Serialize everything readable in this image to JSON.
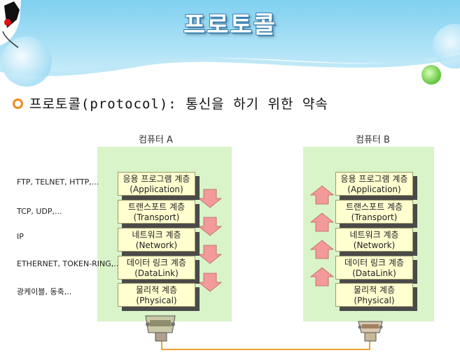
{
  "title": "프로토콜",
  "subtitle": "프로토콜(protocol): 통신을 하기 위한 약속",
  "computers": [
    {
      "label": "컴퓨터 A",
      "direction": "down"
    },
    {
      "label": "컴퓨터 B",
      "direction": "up"
    }
  ],
  "layers": [
    {
      "name": "응용 프로그램 계층",
      "en": "(Application)"
    },
    {
      "name": "트랜스포트 계층",
      "en": "(Transport)"
    },
    {
      "name": "네트워크 계층",
      "en": "(Network)"
    },
    {
      "name": "데이터 링크 계층",
      "en": "(DataLink)"
    },
    {
      "name": "물리적 계층",
      "en": "(Physical)"
    }
  ],
  "protocols": [
    "FTP, TELNET, HTTP,...",
    "TCP, UDP,...",
    "IP",
    "ETHERNET, TOKEN-RING,...",
    "광케이블, 동축,.."
  ],
  "colors": {
    "panel": "#d9f4c9",
    "layer_box": "#ffffd0",
    "arrow": "#f49a9a",
    "cable": "#f0a030",
    "bullet": "#f08a1c"
  }
}
